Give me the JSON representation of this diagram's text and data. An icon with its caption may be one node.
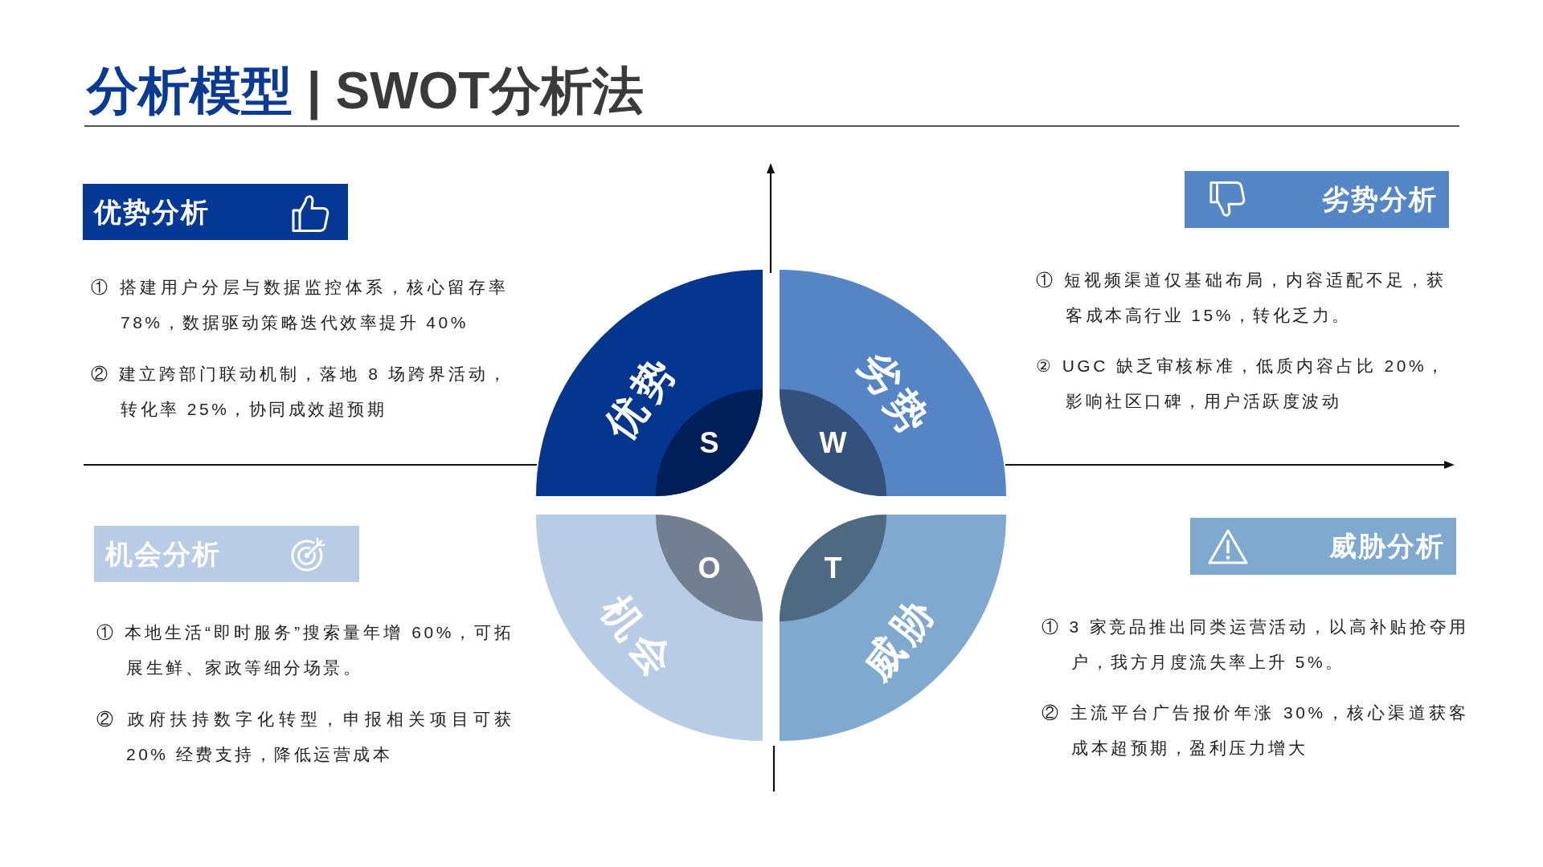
{
  "diagram": {
    "title": "分析模型 | SWOT分析法",
    "nodes": [
      {
        "text": [
          "优势分析"
        ]
      },
      {
        "text": [
          "劣势分析"
        ]
      },
      {
        "text": [
          "优势"
        ]
      },
      {
        "text": [
          "S"
        ],
        "in": 2
      },
      {
        "text": [
          "劣势"
        ]
      },
      {
        "text": [
          "W"
        ],
        "in": 4
      },
      {
        "text": [
          "机会分析"
        ]
      },
      {
        "text": [
          "机会"
        ]
      },
      {
        "text": [
          "O"
        ],
        "in": 7
      },
      {
        "text": [
          "威胁"
        ]
      },
      {
        "text": [
          "T"
        ],
        "in": 9
      },
      {
        "text": [
          "威胁分析"
        ]
      }
    ],
    "labels": [
      "① 搭建用户分层与数据监控体系，核心留存率78%，数据驱动策略迭代效率提升 40%",
      "② 建立跨部门联动机制，落地 8 场跨界活动，转化率 25%，协同成效超预期",
      "① 短视频渠道仅基础布局，内容适配不足，获客成本高行业 15%，转化乏力。",
      "② UGC 缺乏审核标准，低质内容占比 20%，影响社区口碑，用户活跃度波动",
      "① 本地生活“即时服务”搜索量年增 60%，可拓展生鲜、家政等细分场景。",
      "② 政府扶持数字化转型，申报相关项目可获20% 经费支持，降低运营成本",
      "① 3 家竞品推出同类运营活动，以高补贴抢夺用户，我方月度流失率上升 5%。",
      "② 主流平台广告报价年涨 30%，核心渠道获客成本超预期，盈利压力增大"
    ]
  }
}
